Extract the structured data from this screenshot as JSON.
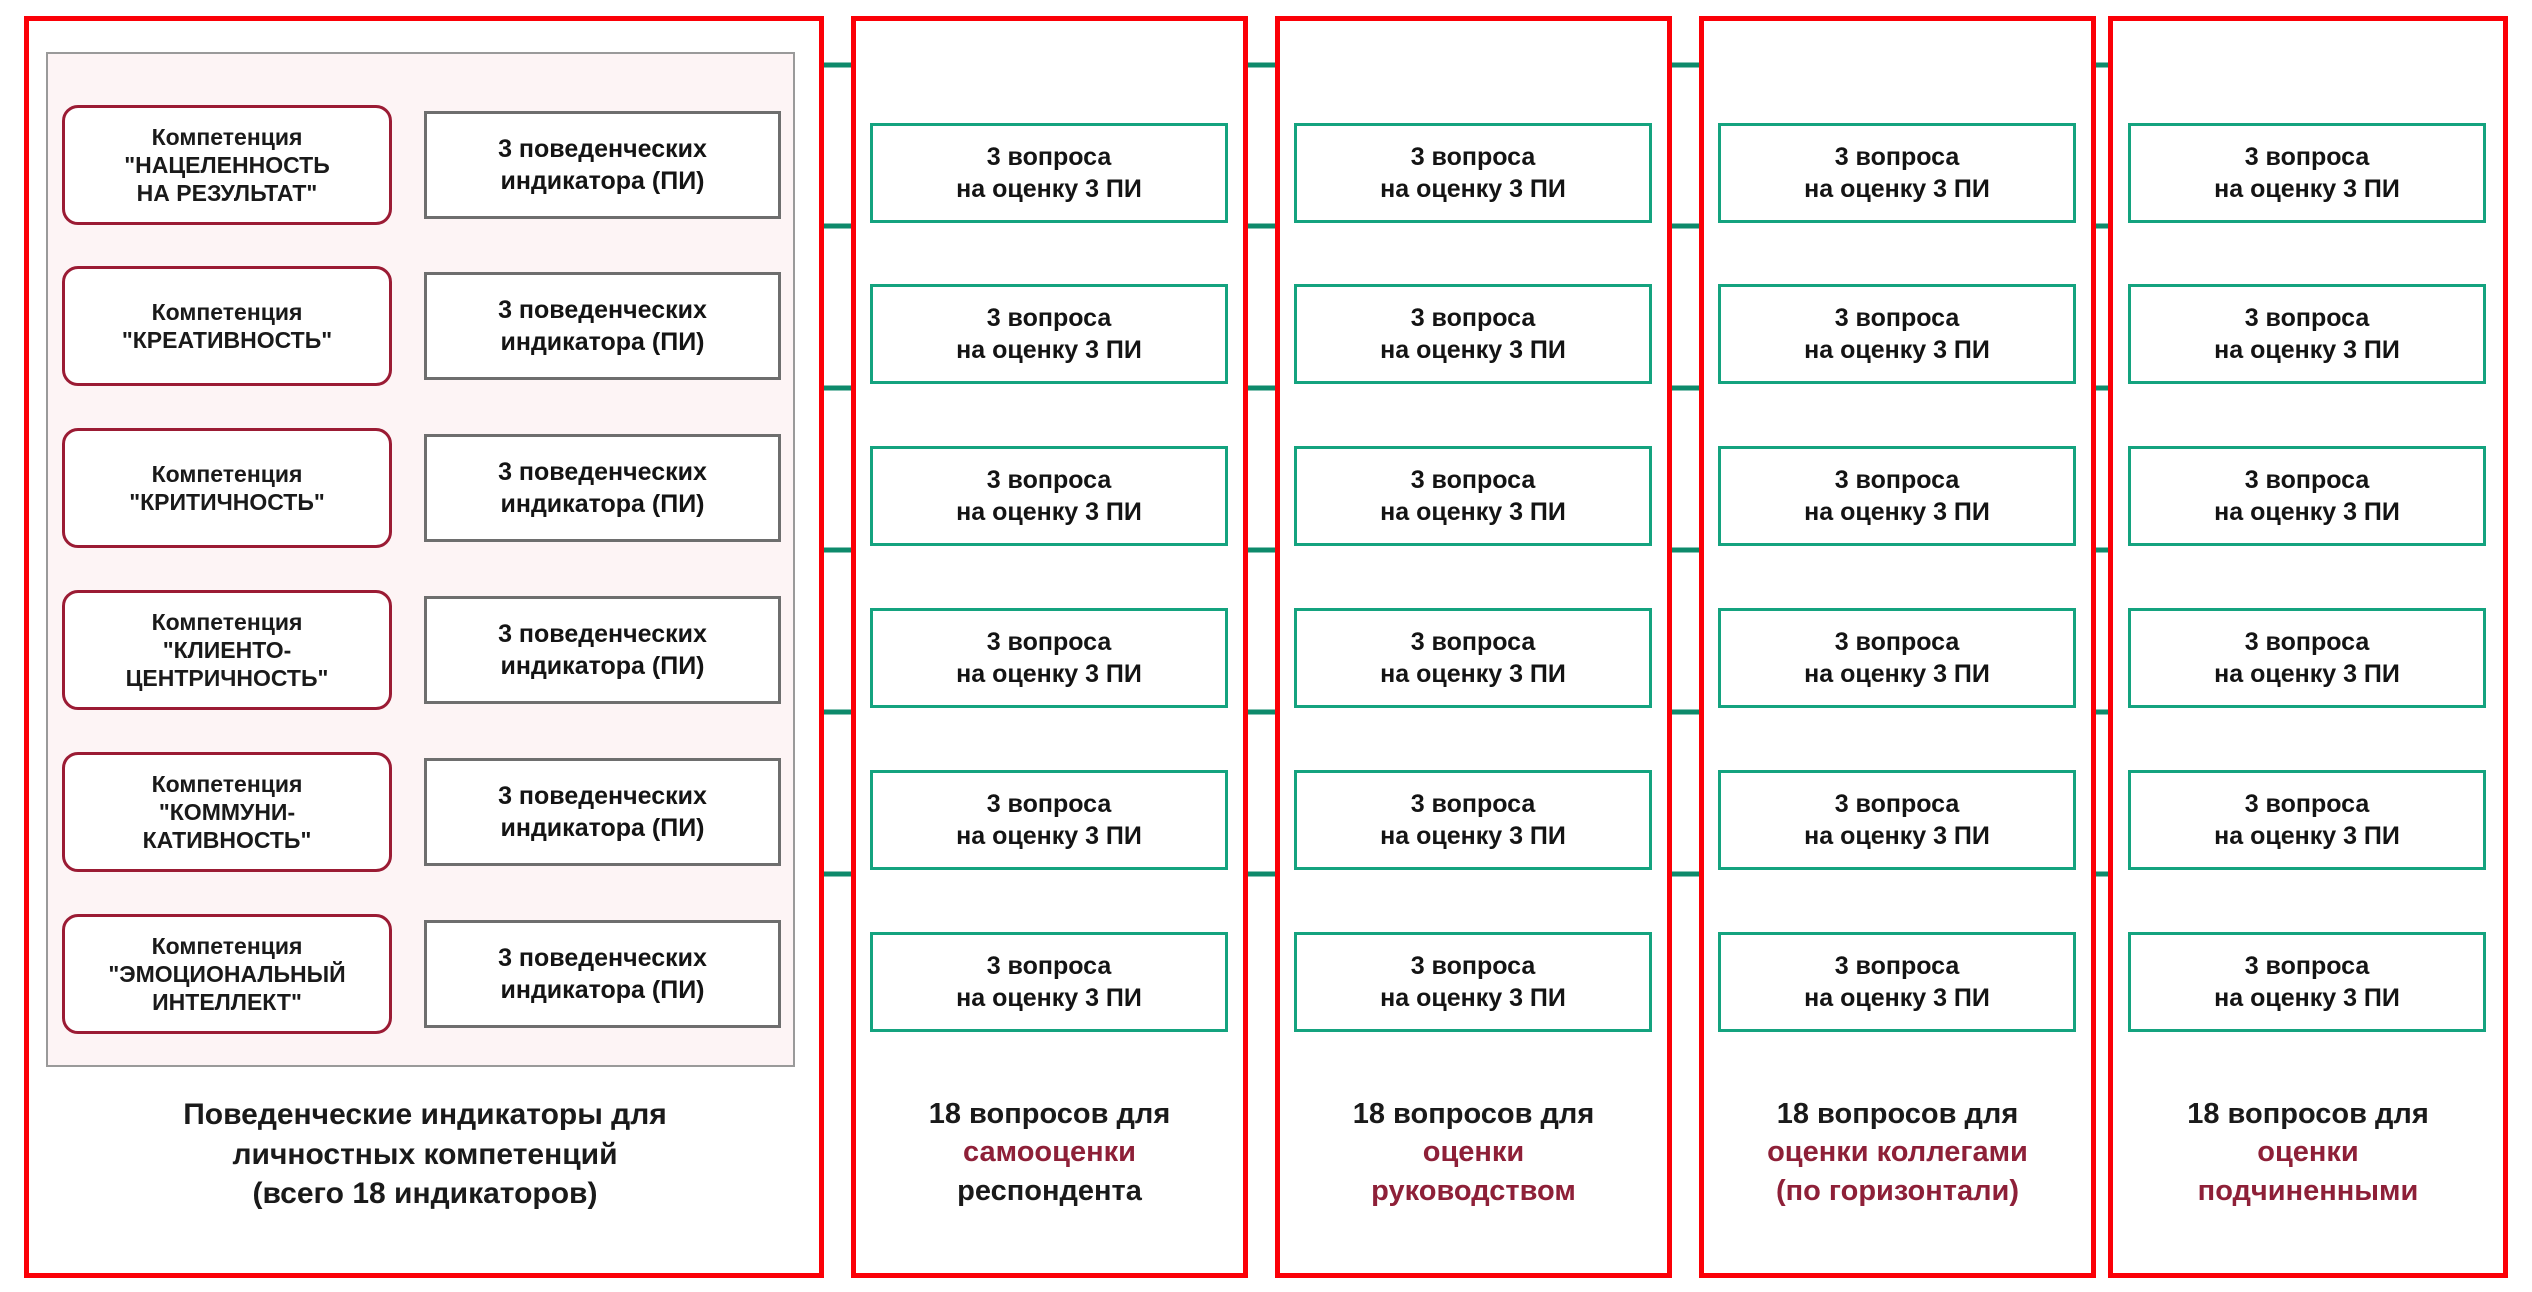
{
  "colors": {
    "panel_border": "#fb0007",
    "competency_border": "#9b1b34",
    "competency_fill": "#fdf4f5",
    "pi_border": "#6e6e6e",
    "question_border": "#14a37f",
    "connector": "#0e8a6b",
    "accent_text": "#8e2038",
    "body_text": "#1a1a1a"
  },
  "competencies": [
    {
      "prefix": "Компетенция",
      "name": "\"НАЦЕЛЕННОСТЬ\nНА РЕЗУЛЬТАТ\""
    },
    {
      "prefix": "Компетенция",
      "name": "\"КРЕАТИВНОСТЬ\""
    },
    {
      "prefix": "Компетенция",
      "name": "\"КРИТИЧНОСТЬ\""
    },
    {
      "prefix": "Компетенция",
      "name": "\"КЛИЕНТО-\nЦЕНТРИЧНОСТЬ\""
    },
    {
      "prefix": "Компетенция",
      "name": "\"КОММУНИ-\nКАТИВНОСТЬ\""
    },
    {
      "prefix": "Компетенция",
      "name": "\"ЭМОЦИОНАЛЬНЫЙ\nИНТЕЛЛЕКТ\""
    }
  ],
  "indicator_box": {
    "line1": "3 поведенческих",
    "line2": "индикатора (ПИ)"
  },
  "question_box": {
    "line1": "3 вопроса",
    "line2": "на оценку 3 ПИ"
  },
  "left_caption": {
    "line1": "Поведенческие индикаторы для",
    "line2": "личностных компетенций",
    "line3": "(всего 18 индикаторов)"
  },
  "column_captions": [
    {
      "line1": "18 вопросов для",
      "line2": "самооценки",
      "line2_highlight": true,
      "line3": "респондента",
      "line3_highlight": false
    },
    {
      "line1": "18 вопросов для",
      "line2": "оценки",
      "line2_highlight": true,
      "line3": "руководством",
      "line3_highlight": true
    },
    {
      "line1": "18 вопросов для",
      "line2": "оценки коллегами",
      "line2_highlight": true,
      "line3": "(по горизонтали)",
      "line3_highlight": true
    },
    {
      "line1": "18 вопросов для",
      "line2": "оценки",
      "line2_highlight": true,
      "line3": "подчиненными",
      "line3_highlight": true
    }
  ],
  "counts": {
    "competency_rows": 6,
    "evaluator_columns": 4,
    "indicators_total": 18,
    "questions_per_column": 18,
    "indicators_per_competency": 3,
    "questions_per_box": 3
  }
}
